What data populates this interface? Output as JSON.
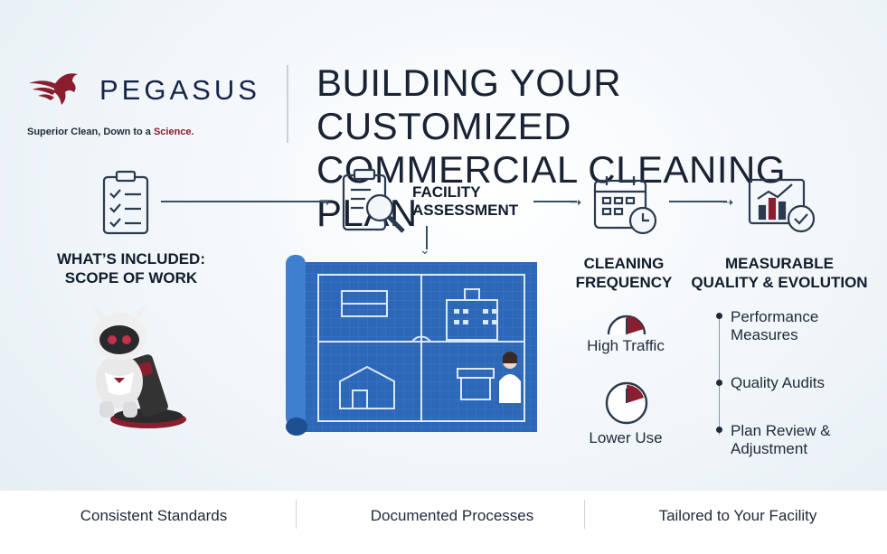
{
  "header": {
    "brand": "PEGASUS",
    "tagline_prefix": "Superior Clean, Down to a ",
    "tagline_accent": "Science.",
    "title_line1": "BUILDING YOUR CUSTOMIZED",
    "title_line2": "COMMERCIAL CLEANING PLAN"
  },
  "steps": {
    "scope": {
      "line1": "WHAT’S INCLUDED:",
      "line2": "SCOPE OF WORK",
      "icon": "checklist-icon"
    },
    "assessment": {
      "line1": "FACILITY",
      "line2": "ASSESSMENT",
      "icon": "clipboard-magnifier-icon"
    },
    "frequency": {
      "line1": "CLEANING",
      "line2": "FREQUENCY",
      "icon": "calendar-clock-icon",
      "items": [
        {
          "label": "High Traffic",
          "level": 0.3
        },
        {
          "label": "Lower Use",
          "level": 0.2
        }
      ]
    },
    "quality": {
      "line1": "MEASURABLE",
      "line2": "QUALITY & EVOLUTION",
      "icon": "chart-check-icon",
      "items": [
        {
          "line1": "Performance",
          "line2": "Measures"
        },
        {
          "line1": "Quality Audits",
          "line2": ""
        },
        {
          "line1": "Plan Review &",
          "line2": "Adjustment"
        }
      ]
    }
  },
  "footer": {
    "items": [
      "Consistent Standards",
      "Documented Processes",
      "Tailored to Your Facility"
    ]
  },
  "colors": {
    "accent": "#8a1d2e",
    "navy": "#15254a",
    "blueprint": "#2d68b8"
  }
}
